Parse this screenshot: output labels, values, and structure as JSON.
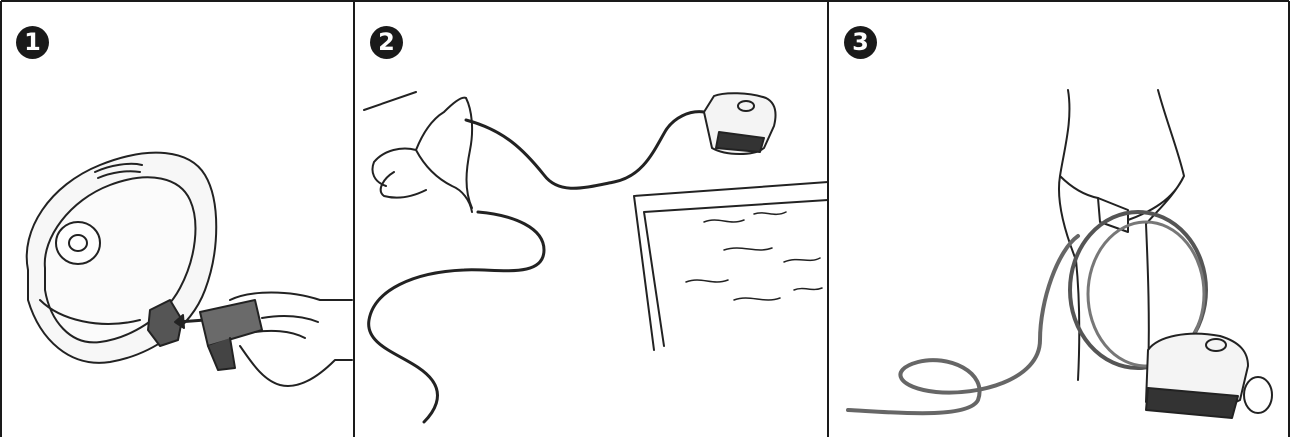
{
  "steps": [
    {
      "number": "1"
    },
    {
      "number": "2"
    },
    {
      "number": "3"
    }
  ]
}
